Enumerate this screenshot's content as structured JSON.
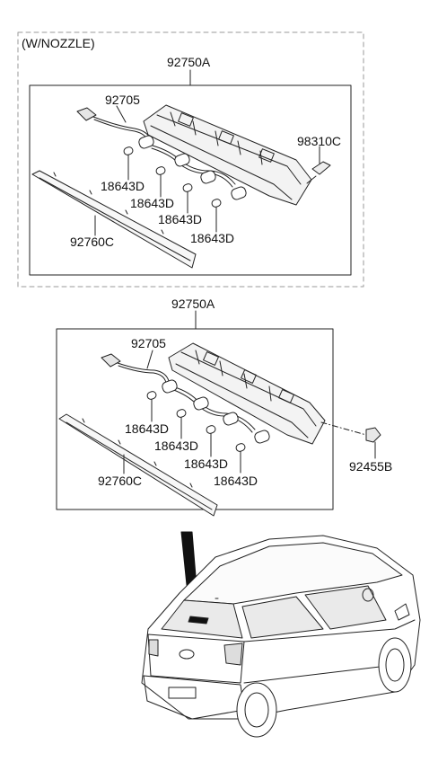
{
  "variant_label": "(W/NOZZLE)",
  "upper_group": {
    "assembly": "92750A",
    "harness": "92705",
    "washer_nozzle": "98310C",
    "bulb_1": "18643D",
    "bulb_2": "18643D",
    "bulb_3": "18643D",
    "bulb_4": "18643D",
    "lens": "92760C"
  },
  "lower_group": {
    "assembly": "92750A",
    "harness": "92705",
    "grommet": "92455B",
    "bulb_1": "18643D",
    "bulb_2": "18643D",
    "bulb_3": "18643D",
    "bulb_4": "18643D",
    "lens": "92760C"
  },
  "illustration": {
    "vehicle_icon": "hatchback-rear-view-icon",
    "pointer_icon": "callout-arrow-icon",
    "line_color": "#222222",
    "frame_color": "#9a9a9a"
  }
}
